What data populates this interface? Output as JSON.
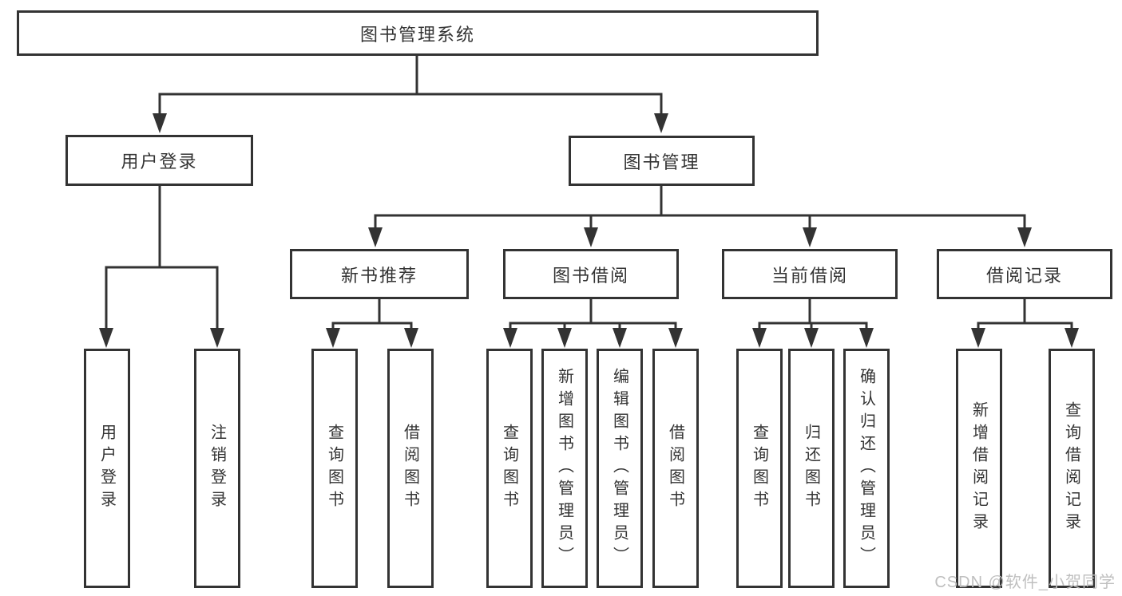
{
  "diagram_title": "图书管理系统",
  "tree": {
    "label": "图书管理系统",
    "children": [
      {
        "label": "用户登录",
        "children": [
          {
            "label": "用户登录"
          },
          {
            "label": "注销登录"
          }
        ]
      },
      {
        "label": "图书管理",
        "children": [
          {
            "label": "新书推荐",
            "children": [
              {
                "label": "查询图书"
              },
              {
                "label": "借阅图书"
              }
            ]
          },
          {
            "label": "图书借阅",
            "children": [
              {
                "label": "查询图书"
              },
              {
                "label": "新增图书（管理员）"
              },
              {
                "label": "编辑图书（管理员）"
              },
              {
                "label": "借阅图书"
              }
            ]
          },
          {
            "label": "当前借阅",
            "children": [
              {
                "label": "查询图书"
              },
              {
                "label": "归还图书"
              },
              {
                "label": "确认归还（管理员）"
              }
            ]
          },
          {
            "label": "借阅记录",
            "children": [
              {
                "label": "新增借阅记录"
              },
              {
                "label": "查询借阅记录"
              }
            ]
          }
        ]
      }
    ]
  },
  "watermark": "CSDN @软件_小贺同学",
  "colors": {
    "line": "#333333",
    "border": "#333333",
    "text": "#333333",
    "background": "#ffffff",
    "watermark": "#bfbfbf"
  }
}
